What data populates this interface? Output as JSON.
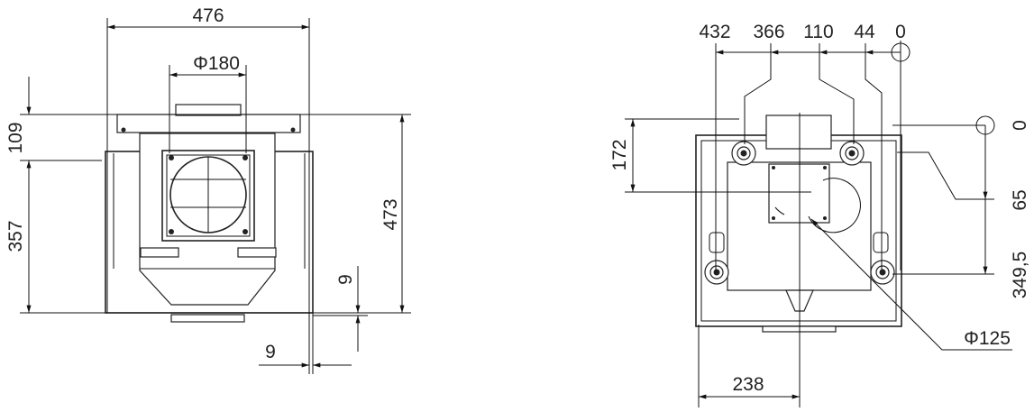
{
  "front_view": {
    "width": "476",
    "duct_diameter": "Φ180",
    "top_offset": "109",
    "lower_height": "357",
    "total_height": "473",
    "vertical_gap": "9",
    "horizontal_gap": "9"
  },
  "bottom_view": {
    "x_positions": [
      "432",
      "366",
      "110",
      "44",
      "0"
    ],
    "y_positions": [
      "0",
      "65",
      "349,5"
    ],
    "depth_offset": "172",
    "center_distance": "238",
    "outlet_diameter": "Φ125"
  },
  "colors": {
    "line": "#111111",
    "background": "#ffffff"
  }
}
